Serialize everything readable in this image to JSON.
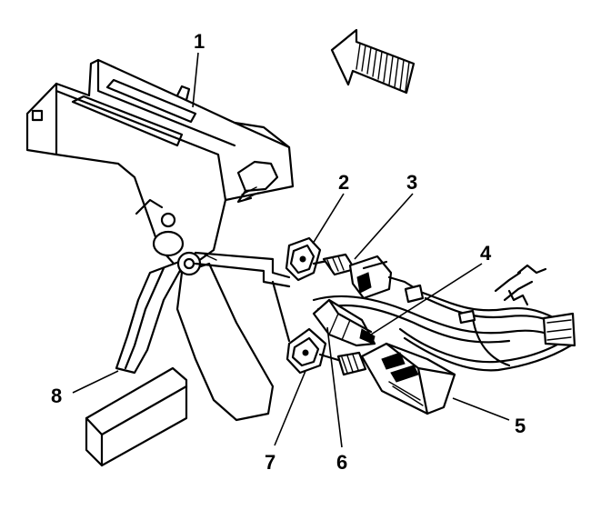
{
  "callouts": {
    "c1": "1",
    "c2": "2",
    "c3": "3",
    "c4": "4",
    "c5": "5",
    "c6": "6",
    "c7": "7",
    "c8": "8"
  },
  "icons": {
    "direction": "forward-arrow-icon"
  },
  "colors": {
    "line": "#000000",
    "background": "#ffffff"
  }
}
